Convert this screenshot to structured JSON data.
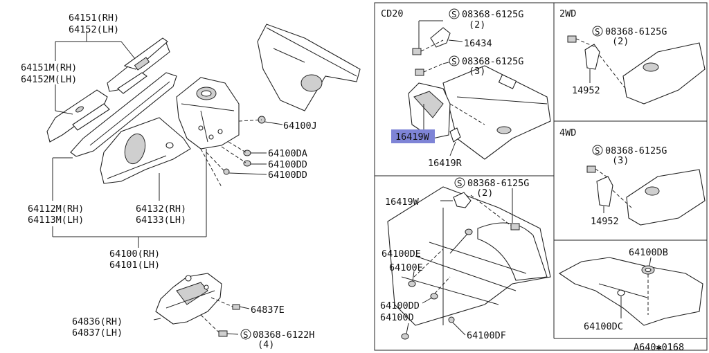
{
  "labels": {
    "p64151": "64151(RH)",
    "p64152": "64152(LH)",
    "p64151m": "64151M(RH)",
    "p64152m": "64152M(LH)",
    "p64100j": "64100J",
    "p64100da": "64100DA",
    "p64100dd_a": "64100DD",
    "p64100dd_b": "64100DD",
    "p64112m": "64112M(RH)",
    "p64113m": "64113M(LH)",
    "p64132": "64132(RH)",
    "p64133": "64133(LH)",
    "p64100": "64100(RH)",
    "p64101": "64101(LH)",
    "p64837e": "64837E",
    "p64836": "64836(RH)",
    "p64837": "64837(LH)",
    "p08368_6122h": "08368-6122H",
    "q4": "(4)",
    "cd20": "CD20",
    "c08368_a": "08368-6125G",
    "q2_a": "(2)",
    "p16434": "16434",
    "c08368_b": "08368-6125G",
    "q3_a": "(3)",
    "p16419w_hl": "16419W",
    "p16419r": "16419R",
    "wd2": "2WD",
    "w08368_a": "08368-6125G",
    "q2_b": "(2)",
    "p14952_a": "14952",
    "wd4": "4WD",
    "w08368_b": "08368-6125G",
    "q3_b": "(3)",
    "p14952_b": "14952",
    "b08368": "08368-6125G",
    "q2_c": "(2)",
    "p16419w_b": "16419W",
    "p64100de": "64100DE",
    "p64100e": "64100E",
    "p64100dd_c": "64100DD",
    "p64100d": "64100D",
    "p64100df": "64100DF",
    "p64100db": "64100DB",
    "p64100dc": "64100DC",
    "s": "S",
    "ref": "A640✱0168"
  },
  "colors": {
    "highlight": "#7e84d6"
  }
}
